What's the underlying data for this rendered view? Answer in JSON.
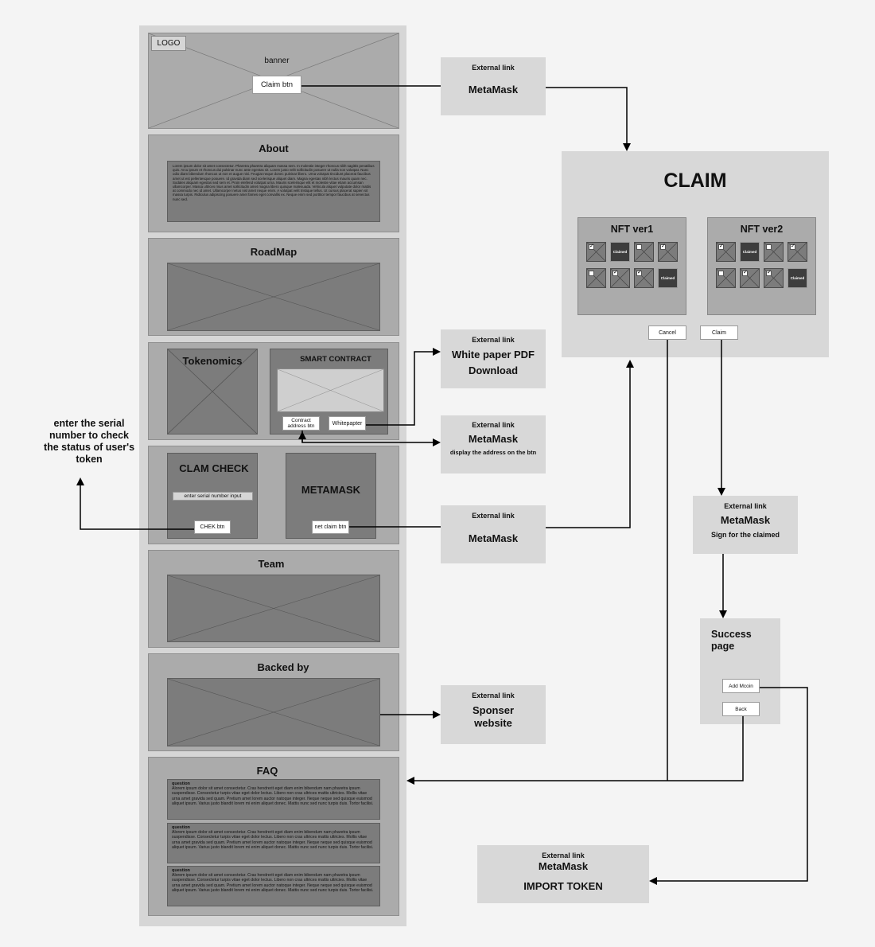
{
  "page": {
    "logo": "LOGO",
    "banner": "banner",
    "claim_btn": "Claim btn",
    "about_title": "About",
    "about_text": "Lorem ipsum dolor sit amet consectetur. Pharetra pharetra aliquam massa sem. In molestie integer rhoncus nibh sagittis penatibus quis. Arcu ipsum et rhoncus dui pulvinar nunc ante egestas sit. Lorem justo velit sollicitudin posuere ut nulla non volutpat. Nunc odio diam bibendum rhoncus ut non et augue nisi. Feugiat neque donec pulvinar libero. Urna volutpat tincidunt placerat faucibus amet ut est pellentesque posuere. Id gravida diam sed scelerisque aliquet diam. Magna egestas nibh lectus mauris quam nec. Sodales aliquam egestas sed sem et. Proin eleifend volutpat urna. Mauris scelerisque elit et molestie vitae etiam accumsan ullamcorper. Massa ultrices risus amet sollicitudin amet magna libero quisque malesuada. Vehicula aliquet vulputate dolor mattis at commodo nec id amet. Ullamcorper netus nisl amet neque enim. A volutpat velit tristique tellus. Ut cursus placerat sapien sit massa turpis. Ridiculus adipiscing posuere amet fames eget convallis ex. Neque enim sed porttitor tempor faucibus at senectus nunc sed.",
    "roadmap_title": "RoadMap",
    "tokenomics_title": "Tokenomics",
    "smart_contract_title": "SMART CONTRACT",
    "contract_btn": "Contract address btn",
    "whitepaper_btn": "Whitepapter",
    "clam_check_title": "CLAM CHECK",
    "serial_input": "enter serial number input",
    "chek_btn": "CHEK btn",
    "metamask_title": "METAMASK",
    "net_claim_btn": "net claim btn",
    "team_title": "Team",
    "backed_title": "Backed by",
    "faq_title": "FAQ",
    "faq": [
      {
        "q": "question",
        "a": "Alorem ipsum dolor sit amet consectetur. Cras hendrerit eget diam enim bibendum nam pharetra ipsum suspendisse. Consectetur turpis vitae eget dolor lectus. Libero non cras ultrices mattis ultricies. Mollis vitae urna amet gravida sed quam. Pretium amet lorem auctor natoque integer. Neque neque sed quisque euismod aliquet ipsum. Varius justo blandit lorem mi enim aliquet donec. Mattis nunc sed nunc turpis duis. Tortor facilisi."
      },
      {
        "q": "question",
        "a": "Alorem ipsum dolor sit amet consectetur. Cras hendrerit eget diam enim bibendum nam pharetra ipsum suspendisse. Consectetur turpis vitae eget dolor lectus. Libero non cras ultrices mattis ultricies. Mollis vitae urna amet gravida sed quam. Pretium amet lorem auctor natoque integer. Neque neque sed quisque euismod aliquet ipsum. Varius justo blandit lorem mi enim aliquet donec. Mattis nunc sed nunc turpis duis. Tortor facilisi."
      },
      {
        "q": "question",
        "a": "Alorem ipsum dolor sit amet consectetur. Cras hendrerit eget diam enim bibendum nam pharetra ipsum suspendisse. Consectetur turpis vitae eget dolor lectus. Libero non cras ultrices mattis ultricies. Mollis vitae urna amet gravida sed quam. Pretium amet lorem auctor natoque integer. Neque neque sed quisque euismod aliquet ipsum. Varius justo blandit lorem mi enim aliquet donec. Mattis nunc sed nunc turpis duis. Tortor facilisi."
      }
    ]
  },
  "annotation": "enter the serial number to check the status of user's token",
  "external": {
    "ext_label": "External link",
    "metamask": "MetaMask",
    "white_paper_pdf": "White paper PDF",
    "download": "Download",
    "display_address": "display the address on the btn",
    "sign_claimed": "Sign for the claimed",
    "sponser_line1": "Sponser",
    "sponser_line2": "website",
    "import_token": "IMPORT TOKEN"
  },
  "claim": {
    "title": "CLAIM",
    "v1": "NFT ver1",
    "v2": "NFT ver2",
    "claimed": "Claimed",
    "cancel": "Cancel",
    "claim_btn": "Claim",
    "v1_cells": [
      "chk-on",
      "dark",
      "chk-off",
      "chk-on",
      "chk-off",
      "chk-on",
      "chk-on",
      "dark"
    ],
    "v2_cells": [
      "chk-on",
      "dark",
      "chk-off",
      "chk-on",
      "chk-off",
      "chk-on",
      "chk-on",
      "dark"
    ]
  },
  "success": {
    "title": "Success page",
    "add_mcoin": "Add Mcoin",
    "back": "Back"
  },
  "colors": {
    "wire_light": "#d6d6d6",
    "wire_mid": "#ababab",
    "wire_dark": "#7c7c7c",
    "arrow": "#000000"
  }
}
